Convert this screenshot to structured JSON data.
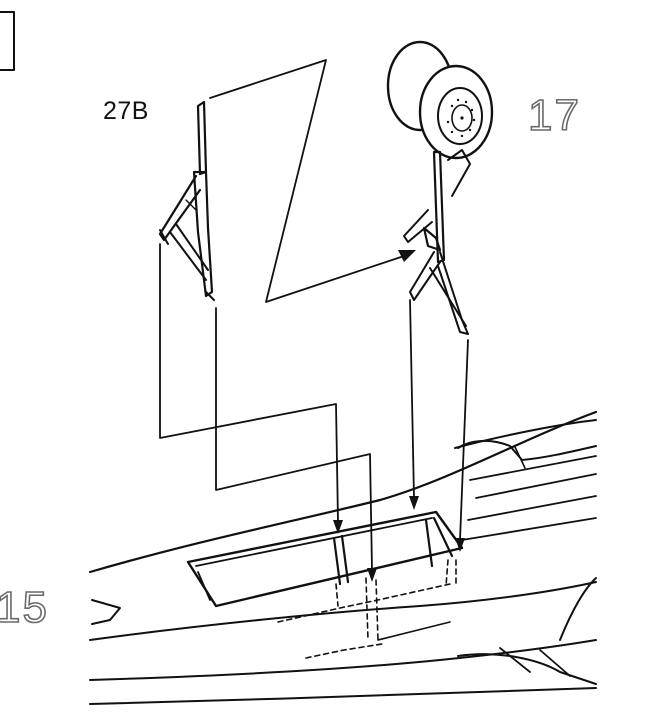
{
  "labels": {
    "part_main_strut": "27B",
    "step_upper": "17",
    "step_lower": "15"
  },
  "icons": [
    "main-strut-27b-icon",
    "wheel-assembly-icon",
    "wing-underside-icon",
    "wheel-well-icon"
  ],
  "colors": {
    "ink": "#111111",
    "step_outline": "#6a6a6a",
    "background": "#ffffff"
  }
}
